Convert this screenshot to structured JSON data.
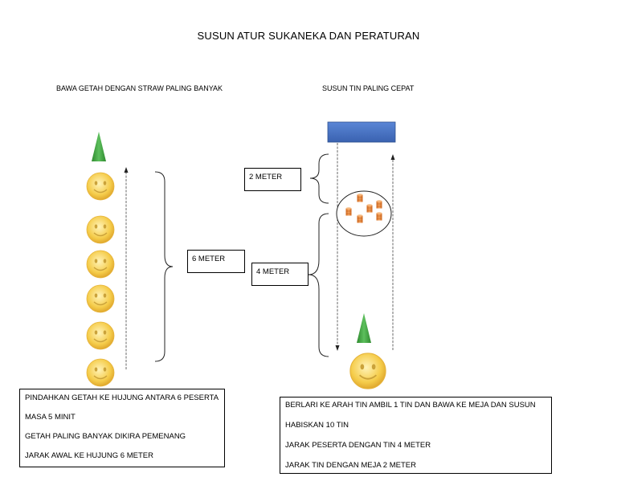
{
  "title": "SUSUN ATUR SUKANEKA DAN PERATURAN",
  "left_game": {
    "heading": "BAWA GETAH DENGAN STRAW PALING BANYAK",
    "distance_label": "6 METER",
    "rules": [
      "PINDAHKAN GETAH KE HUJUNG ANTARA 6 PESERTA",
      "MASA 5 MINIT",
      "GETAH PALING BANYAK DIKIRA PEMENANG",
      "JARAK AWAL KE HUJUNG 6 METER"
    ]
  },
  "right_game": {
    "heading": "SUSUN TIN PALING CEPAT",
    "distance_top_label": "2 METER",
    "distance_bottom_label": "4 METER",
    "rules": [
      "BERLARI KE ARAH TIN AMBIL 1 TIN  DAN BAWA KE MEJA DAN SUSUN",
      "HABISKAN 10 TIN",
      "JARAK PESERTA DENGAN TIN 4 METER",
      "JARAK TIN DENGAN MEJA 2 METER"
    ]
  },
  "colors": {
    "table_blue": "#4472c4",
    "cone_green": "#3a9a3a",
    "smiley_yellow": "#f5cc4a",
    "can_orange": "#ed7d31"
  }
}
